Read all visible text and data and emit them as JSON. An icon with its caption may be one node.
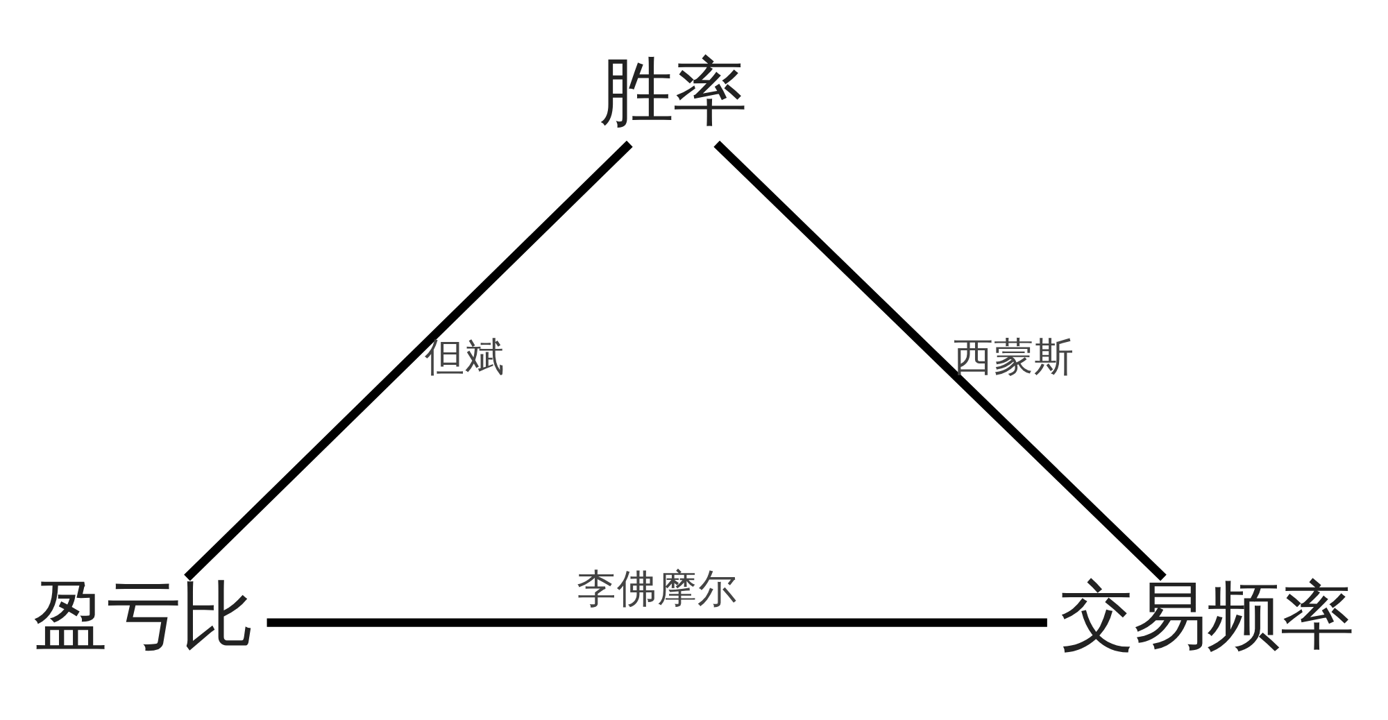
{
  "diagram": {
    "nodes": [
      {
        "text": [
          "胜率"
        ]
      },
      {
        "text": [
          "盈亏比"
        ]
      },
      {
        "text": [
          "交易频率"
        ]
      }
    ],
    "edges": [
      {
        "from": 0,
        "to": 1,
        "arrow": "none",
        "label": "但斌"
      },
      {
        "from": 0,
        "to": 2,
        "arrow": "none",
        "label": "西蒙斯"
      },
      {
        "from": 1,
        "to": 2,
        "arrow": "none",
        "label": "李佛摩尔"
      }
    ]
  }
}
